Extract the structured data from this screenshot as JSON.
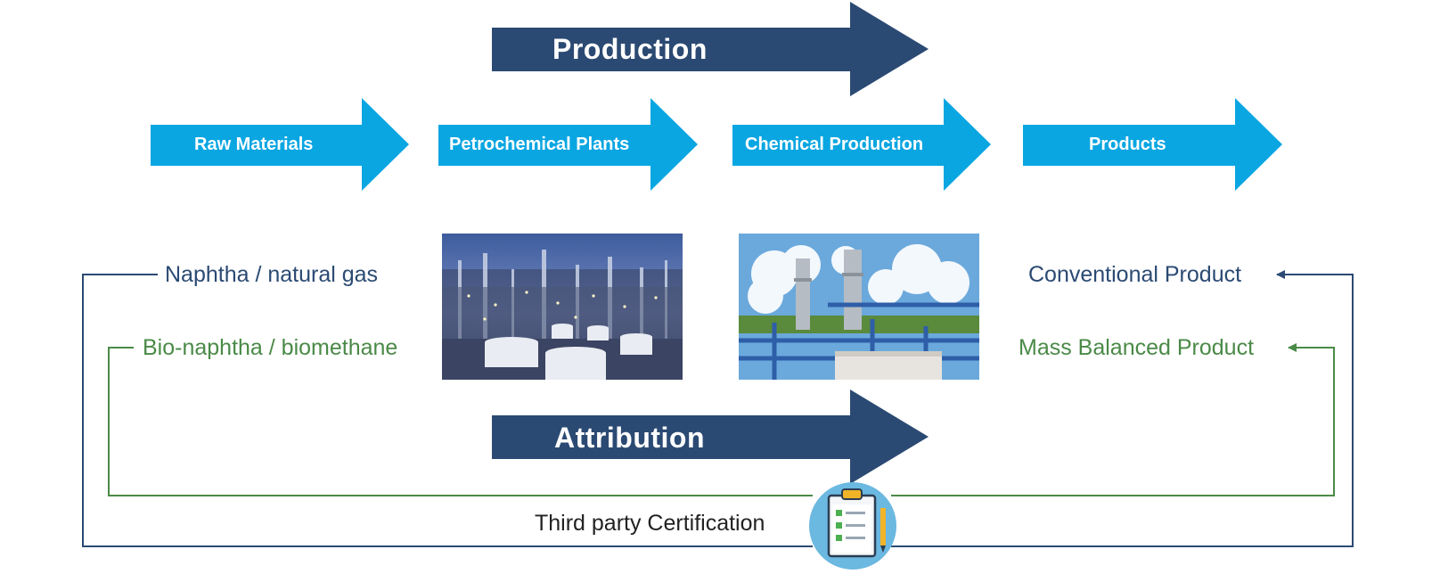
{
  "colors": {
    "navy": "#2b4a73",
    "cyan": "#0aa6e2",
    "green": "#4a8a47",
    "circle": "#6bb8e0"
  },
  "arrows": {
    "production": "Production",
    "attribution": "Attribution"
  },
  "steps": [
    "Raw Materials",
    "Petrochemical Plants",
    "Chemical Production",
    "Products"
  ],
  "inputs": {
    "conventional": "Naphtha / natural gas",
    "bio": "Bio-naphtha / biomethane"
  },
  "outputs": {
    "conventional": "Conventional Product",
    "mass_balanced": "Mass Balanced Product"
  },
  "certification": {
    "label": "Third party Certification",
    "icon": "clipboard-checklist-icon"
  },
  "images": {
    "plant": "petrochemical-plant-photo",
    "chemical": "chemical-production-photo"
  }
}
